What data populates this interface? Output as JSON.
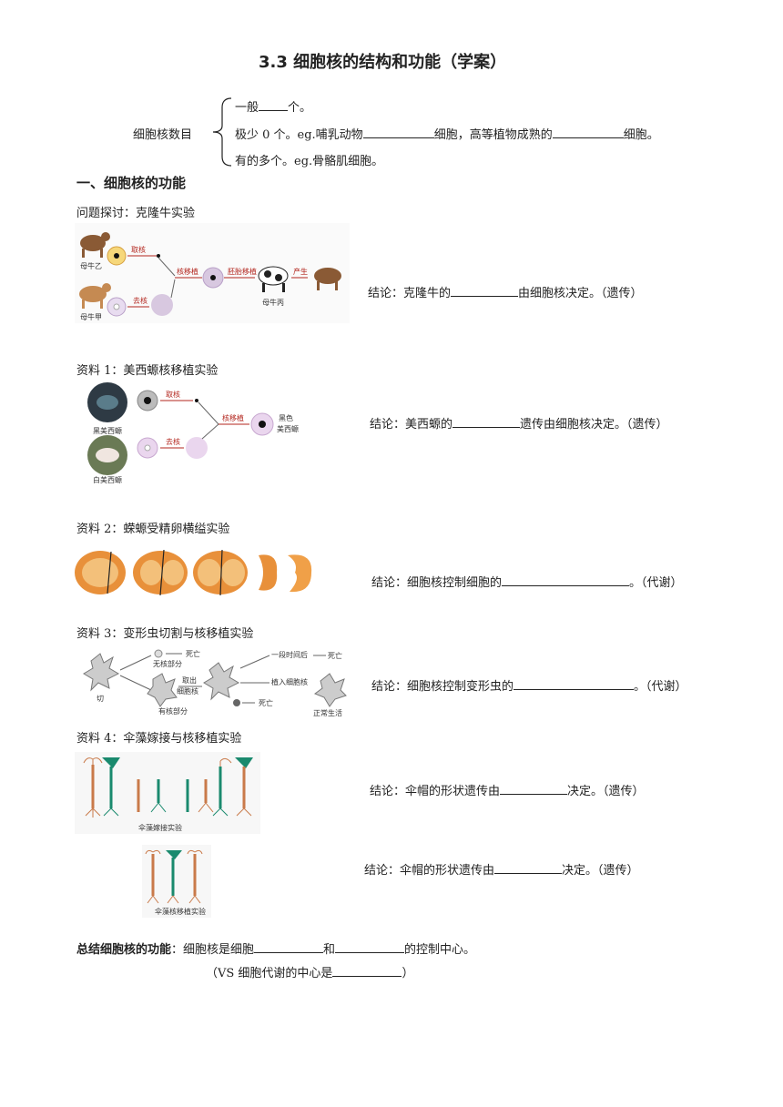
{
  "title": "3.3 细胞核的结构和功能（学案）",
  "nucleus_count": {
    "label": "细胞核数目",
    "line1_pre": "一般",
    "line1_post": "个。",
    "line2_pre": "极少 0 个。eg.哺乳动物",
    "line2_mid": "细胞，高等植物成熟的",
    "line2_post": "细胞。",
    "line3": "有的多个。eg.骨骼肌细胞。"
  },
  "section1": {
    "heading": "一、细胞核的功能"
  },
  "clone": {
    "caption": "问题探讨：克隆牛实验",
    "fig": {
      "cow_b": "母牛乙",
      "cow_a": "母牛甲",
      "cow_c": "母牛丙",
      "take": "取核",
      "remove": "去核",
      "transfer": "核移植",
      "embryo": "胚胎移植",
      "birth": "产生"
    },
    "conclusion_pre": "结论：克隆牛的",
    "conclusion_post": "由细胞核决定。（遗传）"
  },
  "res1": {
    "caption": "资料 1：美西螈核移植实验",
    "fig": {
      "black": "黑美西螈",
      "white": "白美西螈",
      "take": "取核",
      "remove": "去核",
      "transfer": "核移植",
      "result": "黑色美西螈"
    },
    "conclusion_pre": "结论：美西螈的",
    "conclusion_post": "遗传由细胞核决定。（遗传）"
  },
  "res2": {
    "caption": "资料 2：蝾螈受精卵横缢实验",
    "conclusion_pre": "结论：细胞核控制细胞的",
    "conclusion_post": "。（代谢）"
  },
  "res3": {
    "caption": "资料 3：变形虫切割与核移植实验",
    "fig": {
      "cut": "切",
      "no_nucleus": "无核部分",
      "nucleus_part": "有核部分",
      "death": "死亡",
      "take_nucleus": "取出细胞核",
      "after": "一段时间后",
      "insert": "植入细胞核",
      "normal": "正常生活"
    },
    "conclusion_pre": "结论：细胞核控制变形虫的",
    "conclusion_post": "。（代谢）"
  },
  "res4": {
    "caption": "资料 4：伞藻嫁接与核移植实验",
    "fig1_label": "伞藻嫁接实验",
    "fig2_label": "伞藻核移植实验",
    "conclusion1_pre": "结论：伞帽的形状遗传由",
    "conclusion1_post": "决定。（遗传）",
    "conclusion2_pre": "结论：伞帽的形状遗传由",
    "conclusion2_post": "决定。（遗传）"
  },
  "summary": {
    "bold": "总结细胞核的功能",
    "pre": "：细胞核是细胞",
    "mid": "和",
    "post": "的控制中心。",
    "vs_pre": "（VS 细胞代谢的中心是",
    "vs_post": "）"
  },
  "colors": {
    "egg": "#e8903a",
    "egg_inner": "#f3c07a",
    "cell": "#d8c8e0",
    "alga_cap": "#1a8a6e",
    "alga_stalk": "#c97a4a"
  }
}
